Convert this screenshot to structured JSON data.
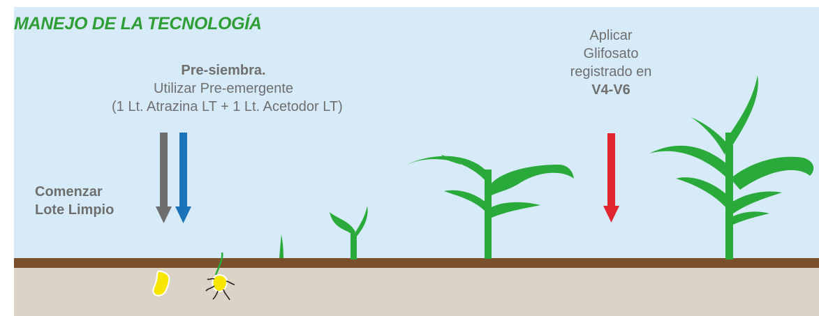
{
  "title": "MANEJO DE LA TECNOLOGÍA",
  "presiembra": {
    "line1": "Pre-siembra.",
    "line2": "Utilizar Pre-emergente",
    "line3": "(1 Lt. Atrazina LT + 1 Lt. Acetodor LT)"
  },
  "comenzar": {
    "line1": "Comenzar",
    "line2": "Lote Limpio"
  },
  "aplicar": {
    "line1": "Aplicar",
    "line2": "Glifosato",
    "line3": "registrado en",
    "line4": "V4-V6"
  },
  "colors": {
    "title": "#2f9e36",
    "sky": "#d6eaf7",
    "soil": "#7a4f2b",
    "ground": "#dad3c6",
    "text": "#6f6f6f",
    "arrow_gray": "#6e6e6e",
    "arrow_blue": "#1a73b8",
    "arrow_red": "#e0252f",
    "plant": "#2aaa3a",
    "seed": "#f7e600"
  },
  "icons": [
    "down-arrow-gray",
    "down-arrow-blue",
    "down-arrow-red",
    "seed-icon",
    "germinating-seed-icon",
    "corn-plant-icon"
  ]
}
